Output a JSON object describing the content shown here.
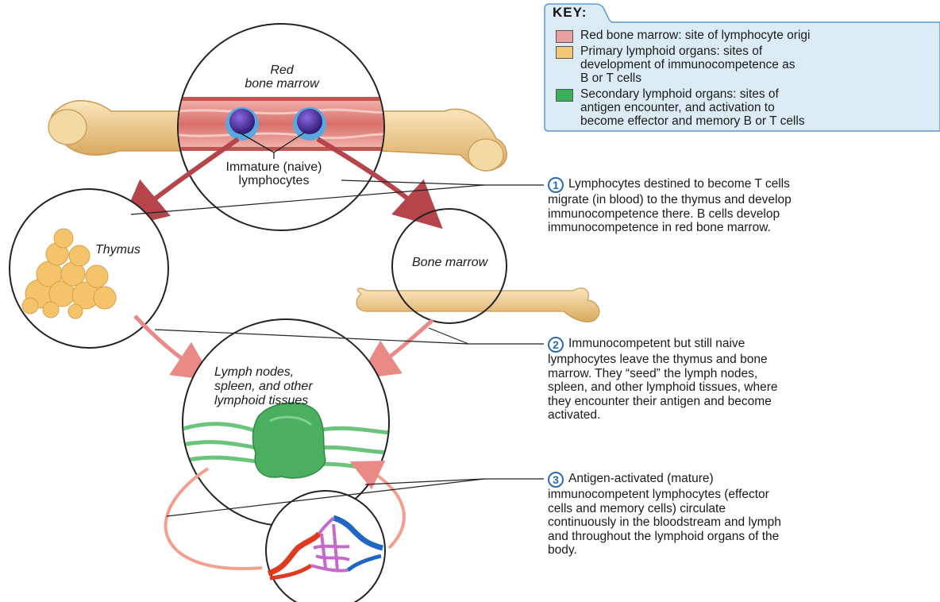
{
  "key": {
    "title": "KEY:",
    "entries": [
      {
        "color": "#e8a0a0",
        "lines": [
          "Red bone marrow: site of lymphocyte origi"
        ]
      },
      {
        "color": "#f3c77a",
        "lines": [
          "Primary lymphoid organs: sites of",
          "development of immunocompetence as",
          "B or T cells"
        ]
      },
      {
        "color": "#3bb05a",
        "lines": [
          "Secondary lymphoid organs: sites of",
          "antigen encounter, and activation to",
          "become effector and memory B or T cells"
        ]
      }
    ],
    "background": "#dcecf7",
    "border": "#5a9ac9"
  },
  "labels": {
    "red_bone_marrow": [
      "Red",
      "bone marrow"
    ],
    "immature": [
      "Immature (naive)",
      "lymphocytes"
    ],
    "thymus": "Thymus",
    "bone_marrow": "Bone marrow",
    "lymph_nodes": [
      "Lymph nodes,",
      "spleen, and other",
      "lymphoid tissues"
    ]
  },
  "steps": [
    {
      "number": "1",
      "lines": [
        "Lymphocytes destined to become T cells",
        "migrate (in blood) to the thymus and develop",
        "immunocompetence there. B cells develop",
        "immunocompetence in red bone marrow."
      ]
    },
    {
      "number": "2",
      "lines": [
        "Immunocompetent but still naive",
        "lymphocytes leave the thymus and bone",
        "marrow. They “seed” the lymph nodes,",
        "spleen, and other lymphoid tissues, where",
        "they encounter their antigen and become",
        "activated."
      ]
    },
    {
      "number": "3",
      "lines": [
        "Antigen-activated (mature)",
        "immunocompetent lymphocytes (effector",
        "cells and memory cells) circulate",
        "continuously in the bloodstream and lymph",
        "and throughout the lymphoid organs of the",
        "body."
      ]
    }
  ],
  "colors": {
    "arrow_dark": "#b5454a",
    "arrow_light": "#e98a86",
    "bone": "#f0d29a",
    "bone_shadow": "#d9ad63",
    "marrow": "#e07d78",
    "cell": "#4b2d9c",
    "cell_halo": "#59a9e0",
    "thymus": "#f4c46a",
    "lymph_node": "#4ab060",
    "artery": "#e03a1e",
    "vein": "#2266c4",
    "capillary": "#c46acb"
  },
  "icons": [
    "bone-illustration",
    "lymphocyte-cell",
    "thymus-illustration",
    "lymph-node-illustration",
    "capillary-bed-illustration"
  ]
}
